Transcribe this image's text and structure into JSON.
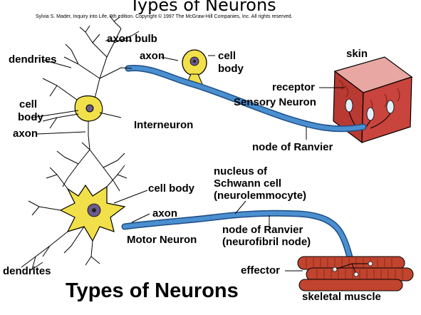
{
  "slide_title": "Types of Neurons",
  "credit": "Sylvia S. Mader, Inquiry into Life, 8th edition. Copyright © 1997 The McGraw-Hill Companies, Inc. All rights reserved.",
  "big_title": "Types of Neurons",
  "labels": {
    "axon_bulb": "axon bulb",
    "dendrites_top": "dendrites",
    "axon_top": "axon",
    "cell_top": "cell",
    "body_top": "body",
    "skin": "skin",
    "receptor": "receptor",
    "cell_left": "cell",
    "body_left": "body",
    "sensory_neuron": "Sensory Neuron",
    "axon_left": "axon",
    "interneuron": "Interneuron",
    "node_of_ranvier_top": "node of Ranvier",
    "nucleus_of": "nucleus of",
    "schwann_cell": "Schwann cell",
    "neurolemmocyte": "(neurolemmocyte)",
    "cell_body_motor": "cell body",
    "axon_motor": "axon",
    "node_of_ranvier_bottom": "node of Ranvier",
    "neurofibril_node": "(neurofibril node)",
    "motor_neuron": "Motor Neuron",
    "effector": "effector",
    "dendrites_bottom": "dendrites",
    "skeletal_muscle": "skeletal muscle"
  },
  "colors": {
    "cell_body": "#f2e04a",
    "nucleus": "#6b5a8c",
    "axon_myelin": "#4a8fd0",
    "axon_dark": "#1f4f86",
    "skin_top": "#e8a7a3",
    "skin_side": "#c8443c",
    "muscle": "#c0442e",
    "muscle_light": "#d8826a",
    "line": "#000000"
  }
}
